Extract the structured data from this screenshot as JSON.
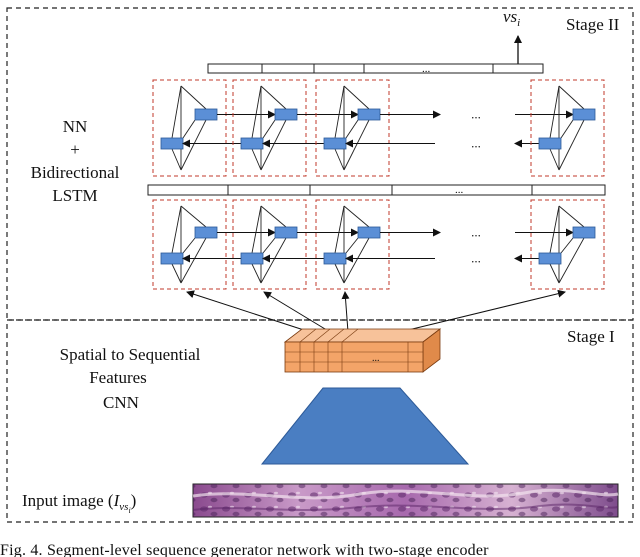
{
  "figure": {
    "stage_labels": {
      "stage2": "Stage II",
      "stage1": "Stage I"
    },
    "output_label": {
      "base": "vs",
      "sub": "i"
    },
    "nn_lstm_label": [
      "NN",
      "+",
      "Bidirectional",
      "LSTM"
    ],
    "ellipsis": "...",
    "spatial_label": [
      "Spatial to Sequential",
      "Features"
    ],
    "cnn_label": "CNN",
    "input_label": {
      "text": "Input image (",
      "base": "I",
      "sub": "vs",
      "subsub": "i",
      "close": ")"
    },
    "caption": "Fig. 4.  Segment-level sequence generator network with two-stage encoder",
    "colors": {
      "lstm_cell": "#5b8fd6",
      "cnn_trapezoid": "#4a7ec2",
      "feature_block": "#f3a468",
      "dashed_cell_box": "#c0392b",
      "tissue": "#b07bb8"
    }
  }
}
